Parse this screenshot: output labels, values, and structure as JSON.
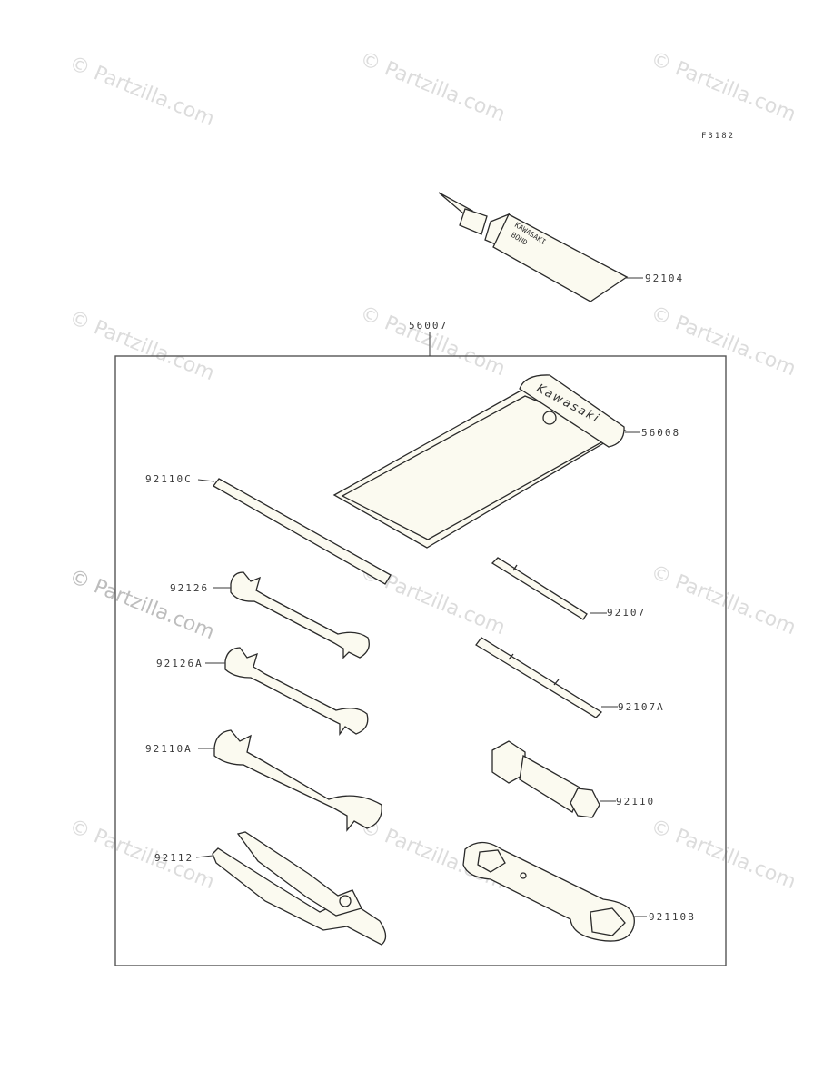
{
  "figure_code": "F3182",
  "watermark": "© Partzilla.com",
  "tube_text": [
    "KAWASAKI",
    "BOND"
  ],
  "pouch_text": "Kawasaki",
  "parts": [
    {
      "id": "92104"
    },
    {
      "id": "56007"
    },
    {
      "id": "56008"
    },
    {
      "id": "92110C"
    },
    {
      "id": "92126"
    },
    {
      "id": "92126A"
    },
    {
      "id": "92110A"
    },
    {
      "id": "92112"
    },
    {
      "id": "92107"
    },
    {
      "id": "92107A"
    },
    {
      "id": "92110"
    },
    {
      "id": "92110B"
    }
  ]
}
